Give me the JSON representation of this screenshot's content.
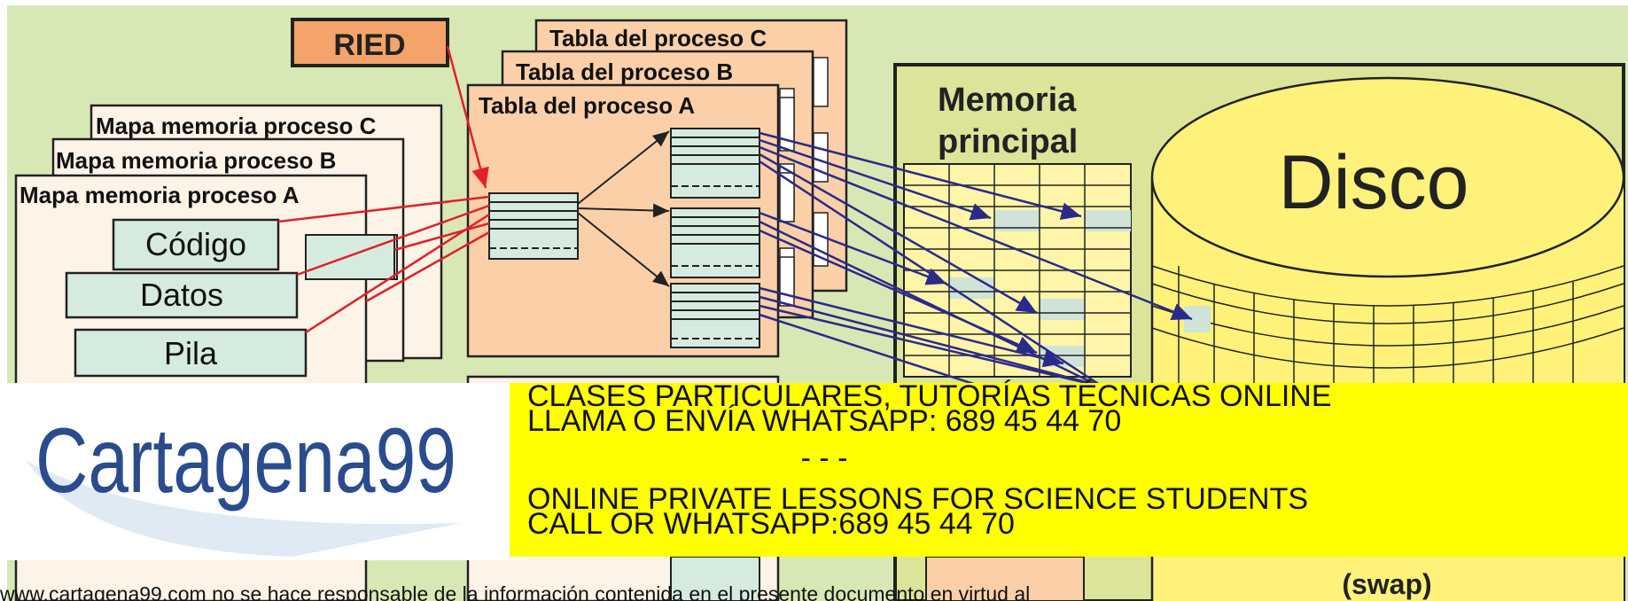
{
  "ried_label": "RIED",
  "process_tables": [
    {
      "label": "Tabla del proceso C"
    },
    {
      "label": "Tabla del proceso B"
    },
    {
      "label": "Tabla del proceso A"
    }
  ],
  "memory_maps": [
    {
      "label": "Mapa memoria proceso C"
    },
    {
      "label": "Mapa memoria proceso B"
    },
    {
      "label": "Mapa memoria proceso A"
    }
  ],
  "segments": [
    {
      "label": "Código"
    },
    {
      "label": "Datos"
    },
    {
      "label": "Pila"
    }
  ],
  "main_memory": {
    "line1": "Memoria",
    "line2": "principal"
  },
  "disk": {
    "label": "Disco",
    "swap_label": "(swap)"
  },
  "banner": {
    "lines": [
      "CLASES PARTICULARES, TUTORÍAS TÉCNICAS ONLINE",
      "LLAMA O ENVÍA WHATSAPP: 689 45 44 70",
      "- - -",
      "ONLINE PRIVATE LESSONS FOR SCIENCE STUDENTS",
      "CALL OR WHATSAPP:689 45 44 70"
    ],
    "logo_text": "Cartagena99",
    "color": "#ffff00"
  },
  "footer_text": "www.cartagena99.com no se hace responsable de la información contenida en el presente documento en virtud al",
  "colors": {
    "background": "#d8e8b4",
    "table_fill": "#fbd0a8",
    "ried_fill": "#f4a46a",
    "map_fill": "#fdf3e6",
    "segment_fill": "#d6ebe0",
    "memory_fill": "#fff5a8",
    "disk_fill": "#fff27a",
    "arrow_red": "#e0202a",
    "arrow_blue": "#2a2a8a"
  }
}
